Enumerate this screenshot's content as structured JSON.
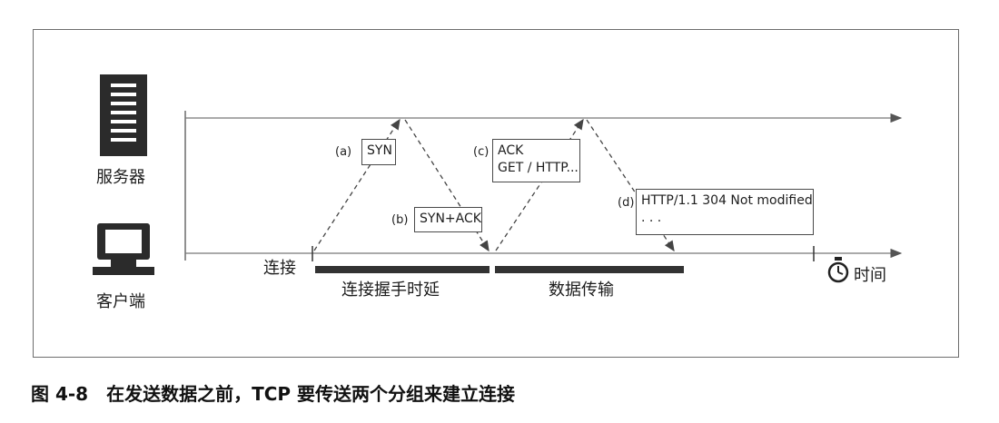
{
  "labels": {
    "server": "服务器",
    "client": "客户端",
    "connect": "连接",
    "handshake_delay": "连接握手时延",
    "data_transfer": "数据传输",
    "time": "时间"
  },
  "messages": {
    "a": {
      "tag": "(a)",
      "lines": [
        "SYN"
      ]
    },
    "b": {
      "tag": "(b)",
      "lines": [
        "SYN+ACK"
      ]
    },
    "c": {
      "tag": "(c)",
      "lines": [
        "ACK",
        "GET / HTTP..."
      ]
    },
    "d": {
      "tag": "(d)",
      "lines": [
        "HTTP/1.1 304 Not modified",
        ". . ."
      ]
    }
  },
  "caption": {
    "number": "图 4-8",
    "text": "在发送数据之前，TCP 要传送两个分组来建立连接"
  },
  "icons": [
    "server-icon",
    "client-computer-icon",
    "stopwatch-icon"
  ]
}
